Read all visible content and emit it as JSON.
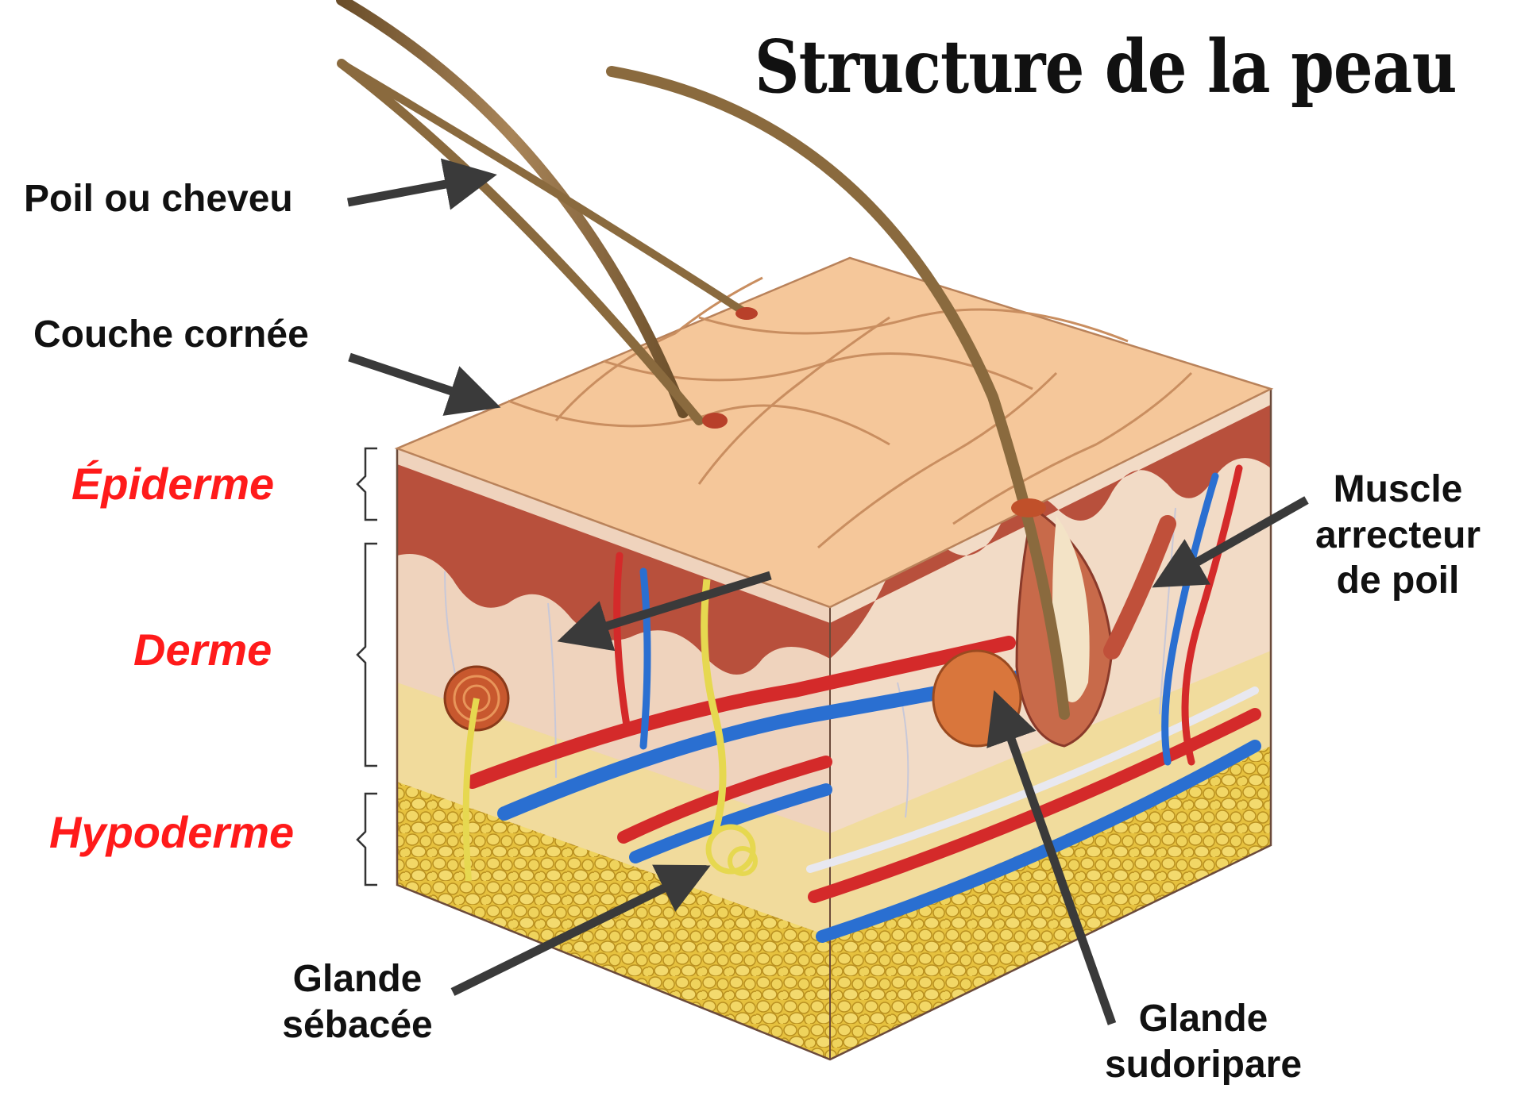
{
  "title": "Structure de la peau",
  "labels": {
    "hair": "Poil ou cheveu",
    "stratum_corneum": "Couche cornée",
    "epidermis": "Épiderme",
    "dermis": "Derme",
    "hypodermis": "Hypoderme",
    "arrector_muscle": [
      "Muscle",
      "arrecteur",
      "de poil"
    ],
    "sebaceous_gland": [
      "Glande",
      "sébacée"
    ],
    "sweat_gland": [
      "Glande",
      "sudoripare"
    ]
  },
  "colors": {
    "label_dark": "#111111",
    "layer_label": "#ff1a1a",
    "arrow": "#3a3a3a",
    "skin_surface": "#f5c79a",
    "epidermis": "#b8503c",
    "dermis": "#efd3bd",
    "hypodermis_fat": "#e8c74a",
    "artery": "#d42a2a",
    "vein": "#2a6fd1",
    "hair": "#8a6a3e"
  }
}
